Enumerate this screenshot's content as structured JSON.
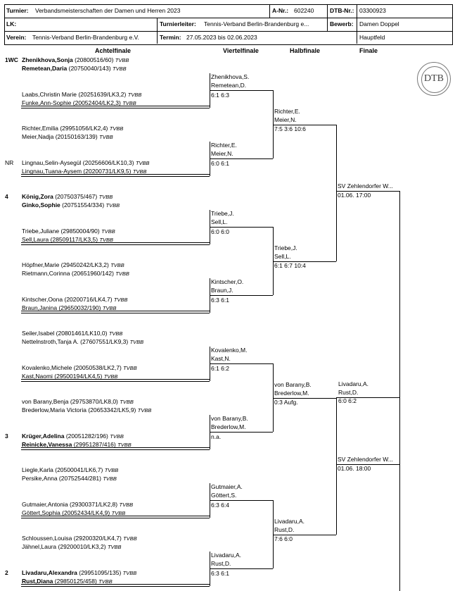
{
  "header": {
    "turnier_label": "Turnier:",
    "turnier": "Verbandsmeisterschaften der Damen und Herren 2023",
    "anr_label": "A-Nr.:",
    "anr": "602240",
    "dtbnr_label": "DTB-Nr.:",
    "dtbnr": "03300923",
    "lk_label": "LK:",
    "turnierleiter_label": "Turnierleiter:",
    "turnierleiter": "Tennis-Verband Berlin-Brandenburg e...",
    "bewerb_label": "Bewerb:",
    "bewerb": "Damen Doppel",
    "verein_label": "Verein:",
    "verein": "Tennis-Verband Berlin-Brandenburg e.V.",
    "termin_label": "Termin:",
    "termin": "27.05.2023 bis 02.06.2023",
    "feld": "Hauptfeld"
  },
  "columns": [
    "Achtelfinale",
    "Viertelfinale",
    "Halbfinale",
    "Finale"
  ],
  "logo_text": "DTB",
  "r16": [
    {
      "seed": "1WC",
      "p1_name": "Zhenikhova,Sonja",
      "p1_info": " (20800516/60)",
      "p1_club": "TVBB",
      "p2_name": "Remetean,Daria",
      "p2_info": " (20750040/143)",
      "p2_club": "TVBB",
      "bold": true
    },
    {
      "seed": "",
      "p1_name": "Laabs,Christin Marie",
      "p1_info": " (20251639/LK3,2)",
      "p1_club": "TVBB",
      "p2_name": "Funke,Ann-Sophie",
      "p2_info": " (20052404/LK2,3)",
      "p2_club": "TVBB",
      "bold": false
    },
    {
      "seed": "",
      "p1_name": "Richter,Emilia",
      "p1_info": " (29951056/LK2,4)",
      "p1_club": "TVBB",
      "p2_name": "Meier,Nadja",
      "p2_info": " (20150163/139)",
      "p2_club": "TVBB",
      "bold": false
    },
    {
      "seed": "NR",
      "p1_name": "Lingnau,Selin-Aysegül",
      "p1_info": " (20256606/LK10,3)",
      "p1_club": "TVBB",
      "p2_name": "Lingnau,Tuana-Aysem",
      "p2_info": " (20200731/LK9,5)",
      "p2_club": "TVBB",
      "bold": false
    },
    {
      "seed": "4",
      "p1_name": "König,Zora",
      "p1_info": " (20750375/467)",
      "p1_club": "TVBB",
      "p2_name": "Ginko,Sophie",
      "p2_info": " (20751554/334)",
      "p2_club": "TVBB",
      "bold": true
    },
    {
      "seed": "",
      "p1_name": "Triebe,Juliane",
      "p1_info": " (29850004/90)",
      "p1_club": "TVBB",
      "p2_name": "Sell,Laura",
      "p2_info": " (28509117/LK3,5)",
      "p2_club": "TVBB",
      "bold": false
    },
    {
      "seed": "",
      "p1_name": "Höpfner,Marie",
      "p1_info": " (29450242/LK3,2)",
      "p1_club": "TVBB",
      "p2_name": "Rietmann,Corinna",
      "p2_info": " (20651960/142)",
      "p2_club": "TVBB",
      "bold": false
    },
    {
      "seed": "",
      "p1_name": "Kintscher,Oona",
      "p1_info": " (20200716/LK4,7)",
      "p1_club": "TVBB",
      "p2_name": "Braun,Janina",
      "p2_info": " (29650032/190)",
      "p2_club": "TVBB",
      "bold": false
    },
    {
      "seed": "",
      "p1_name": "Seiler,Isabel",
      "p1_info": " (20801461/LK10,0)",
      "p1_club": "TVBB",
      "p2_name": "Nettelnstroth,Tanja A.",
      "p2_info": " (27607551/LK9,3)",
      "p2_club": "TVBB",
      "bold": false
    },
    {
      "seed": "",
      "p1_name": "Kovalenko,Michele",
      "p1_info": " (20050538/LK2,7)",
      "p1_club": "TVBB",
      "p2_name": "Kast,Naomi",
      "p2_info": " (29500194/LK4,5)",
      "p2_club": "TVBB",
      "bold": false
    },
    {
      "seed": "",
      "p1_name": "von Barany,Benja",
      "p1_info": " (29753870/LK8,0)",
      "p1_club": "TVBB",
      "p2_name": "Brederlow,Maria Victoria",
      "p2_info": " (20653342/LK5,9)",
      "p2_club": "TVBB",
      "bold": false
    },
    {
      "seed": "3",
      "p1_name": "Krüger,Adelina",
      "p1_info": " (20051282/196)",
      "p1_club": "TVBB",
      "p2_name": "Reinicke,Vanessa",
      "p2_info": " (29951287/416)",
      "p2_club": "TVBB",
      "bold": true
    },
    {
      "seed": "",
      "p1_name": "Liegle,Karla",
      "p1_info": " (20500041/LK6,7)",
      "p1_club": "TVBB",
      "p2_name": "Persike,Anna",
      "p2_info": " (20752544/281)",
      "p2_club": "TVBB",
      "bold": false
    },
    {
      "seed": "",
      "p1_name": "Gutmaier,Antonia",
      "p1_info": " (29300371/LK2,8)",
      "p1_club": "TVBB",
      "p2_name": "Göttert,Sophia",
      "p2_info": " (20052434/LK4,9)",
      "p2_club": "TVBB",
      "bold": false
    },
    {
      "seed": "",
      "p1_name": "Schloussen,Louisa",
      "p1_info": " (29200320/LK4,7)",
      "p1_club": "TVBB",
      "p2_name": "Jähnel,Laura",
      "p2_info": " (29200010/LK3,2)",
      "p2_club": "TVBB",
      "bold": false
    },
    {
      "seed": "2",
      "p1_name": "Livadaru,Alexandra",
      "p1_info": " (29951095/135)",
      "p1_club": "TVBB",
      "p2_name": "Rust,Diana",
      "p2_info": " (29850125/458)",
      "p2_club": "TVBB",
      "bold": true
    }
  ],
  "qf": [
    {
      "l1": "Zhenikhova,S.",
      "l2": "Remetean,D.",
      "score": "6:1 6:3"
    },
    {
      "l1": "Richter,E.",
      "l2": "Meier,N.",
      "score": "6:0 6:1"
    },
    {
      "l1": "Triebe,J.",
      "l2": "Sell,L.",
      "score": "6:0 6:0"
    },
    {
      "l1": "Kintscher,O.",
      "l2": "Braun,J.",
      "score": "6:3 6:1"
    },
    {
      "l1": "Kovalenko,M.",
      "l2": "Kast,N.",
      "score": "6:1 6:2"
    },
    {
      "l1": "von Barany,B.",
      "l2": "Brederlow,M.",
      "score": "n.a."
    },
    {
      "l1": "Gutmaier,A.",
      "l2": "Göttert,S.",
      "score": "6:3 6:4"
    },
    {
      "l1": "Livadaru,A.",
      "l2": "Rust,D.",
      "score": "6:3 6:1"
    }
  ],
  "sf": [
    {
      "l1": "Richter,E.",
      "l2": "Meier,N.",
      "score": "7:5 3:6 10:6"
    },
    {
      "l1": "Triebe,J.",
      "l2": "Sell,L.",
      "score": "6:1 6:7 10:4"
    },
    {
      "l1": "von Barany,B.",
      "l2": "Brederlow,M.",
      "score": "0:3 Aufg."
    },
    {
      "l1": "Livadaru,A.",
      "l2": "Rust,D.",
      "score": "7:6 6:0"
    }
  ],
  "final": [
    {
      "l1": "SV Zehlendorfer W...",
      "l2": "01.06. 17:00"
    },
    {
      "l1": "SV Zehlendorfer W...",
      "l2": "01.06. 18:00"
    }
  ],
  "winner": {
    "l1": "Livadaru,A.",
    "l2": "Rust,D.",
    "score": "6:0 6:2"
  }
}
